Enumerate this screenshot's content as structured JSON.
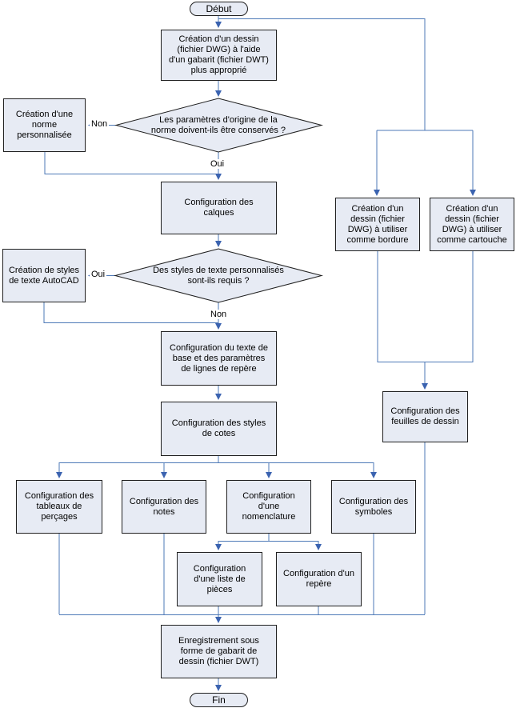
{
  "diagram": {
    "colors": {
      "connector": "#4e79b7",
      "arrowhead": "#3b63b0",
      "node_fill": "#e7ebf4",
      "node_border": "#202020",
      "background": "#ffffff",
      "text": "#000000"
    },
    "nodes": {
      "debut": {
        "type": "terminator",
        "label": "Début"
      },
      "creation_dessin": {
        "type": "process",
        "label": "Création d'un dessin\n(fichier DWG) à l'aide\nd'un gabarit (fichier DWT)\nplus approprié"
      },
      "decision_norme": {
        "type": "decision",
        "label": "Les paramètres d'origine de la\nnorme doivent-ils être conservés ?"
      },
      "norme_personnalisee": {
        "type": "process",
        "label": "Création d'une\nnorme\npersonnalisée"
      },
      "calques": {
        "type": "process",
        "label": "Configuration des\ncalques"
      },
      "decision_styles_texte": {
        "type": "decision",
        "label": "Des styles de texte personnalisés\nsont-ils requis ?"
      },
      "styles_autocad": {
        "type": "process",
        "label": "Création de styles\nde texte AutoCAD"
      },
      "texte_base": {
        "type": "process",
        "label": "Configuration du texte de\nbase et des paramètres\nde lignes de repère"
      },
      "styles_cotes": {
        "type": "process",
        "label": "Configuration des styles\nde cotes"
      },
      "bordure": {
        "type": "process",
        "label": "Création d'un\ndessin (fichier\nDWG) à utiliser\ncomme bordure"
      },
      "cartouche": {
        "type": "process",
        "label": "Création d'un\ndessin (fichier\nDWG) à utiliser\ncomme cartouche"
      },
      "feuilles_dessin": {
        "type": "process",
        "label": "Configuration des\nfeuilles de dessin"
      },
      "tableaux_percages": {
        "type": "process",
        "label": "Configuration des\ntableaux de\nperçages"
      },
      "notes": {
        "type": "process",
        "label": "Configuration des\nnotes"
      },
      "nomenclature": {
        "type": "process",
        "label": "Configuration\nd'une\nnomenclature"
      },
      "symboles": {
        "type": "process",
        "label": "Configuration des\nsymboles"
      },
      "liste_pieces": {
        "type": "process",
        "label": "Configuration\nd'une liste de\npièces"
      },
      "repere": {
        "type": "process",
        "label": "Configuration d'un\nrepère"
      },
      "enregistrement": {
        "type": "process",
        "label": "Enregistrement sous\nforme de gabarit de\ndessin (fichier DWT)"
      },
      "fin": {
        "type": "terminator",
        "label": "Fin"
      }
    },
    "edge_labels": {
      "non_1": "Non",
      "oui_1": "Oui",
      "oui_2": "Oui",
      "non_2": "Non"
    }
  }
}
